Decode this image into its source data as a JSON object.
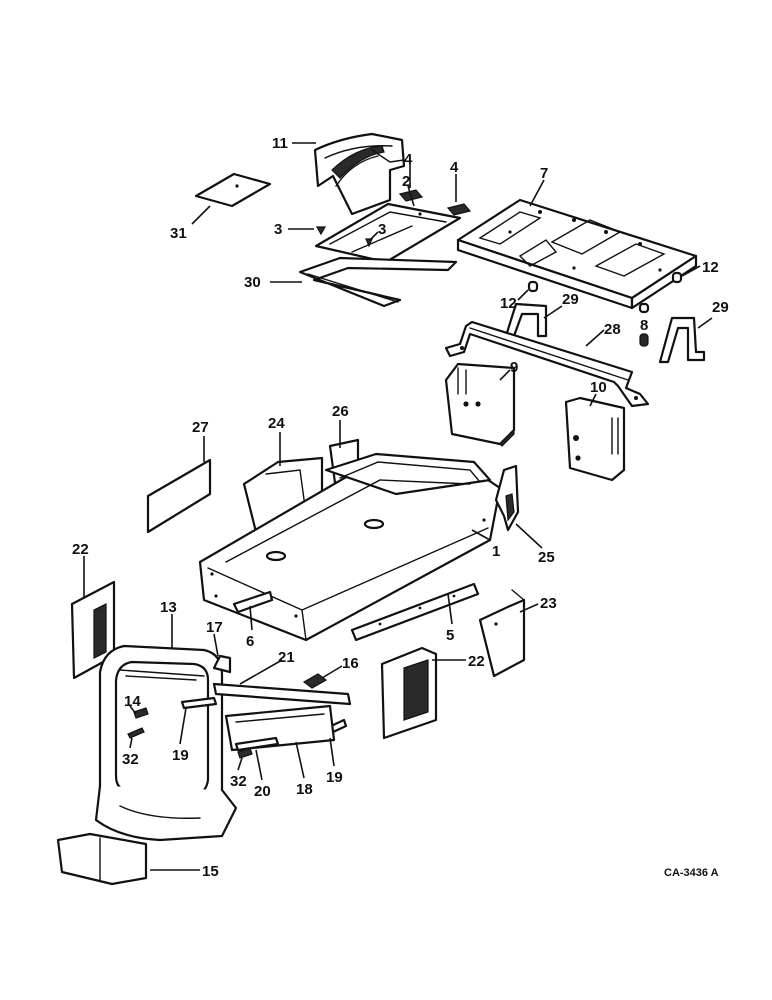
{
  "drawing": {
    "code": "CA-3436 A",
    "callouts": [
      {
        "id": "c11",
        "text": "11"
      },
      {
        "id": "c4a",
        "text": "4"
      },
      {
        "id": "c4b",
        "text": "4"
      },
      {
        "id": "c2",
        "text": "2"
      },
      {
        "id": "c7",
        "text": "7"
      },
      {
        "id": "c31",
        "text": "31"
      },
      {
        "id": "c3a",
        "text": "3"
      },
      {
        "id": "c3b",
        "text": "3"
      },
      {
        "id": "c30",
        "text": "30"
      },
      {
        "id": "c12a",
        "text": "12"
      },
      {
        "id": "c12b",
        "text": "12"
      },
      {
        "id": "c29a",
        "text": "29"
      },
      {
        "id": "c29b",
        "text": "29"
      },
      {
        "id": "c8",
        "text": "8"
      },
      {
        "id": "c28",
        "text": "28"
      },
      {
        "id": "c9",
        "text": "9"
      },
      {
        "id": "c10",
        "text": "10"
      },
      {
        "id": "c27",
        "text": "27"
      },
      {
        "id": "c24",
        "text": "24"
      },
      {
        "id": "c26",
        "text": "26"
      },
      {
        "id": "c1",
        "text": "1"
      },
      {
        "id": "c25",
        "text": "25"
      },
      {
        "id": "c22a",
        "text": "22"
      },
      {
        "id": "c13",
        "text": "13"
      },
      {
        "id": "c17",
        "text": "17"
      },
      {
        "id": "c6",
        "text": "6"
      },
      {
        "id": "c5",
        "text": "5"
      },
      {
        "id": "c23",
        "text": "23"
      },
      {
        "id": "c21",
        "text": "21"
      },
      {
        "id": "c16",
        "text": "16"
      },
      {
        "id": "c22b",
        "text": "22"
      },
      {
        "id": "c14",
        "text": "14"
      },
      {
        "id": "c32a",
        "text": "32"
      },
      {
        "id": "c19a",
        "text": "19"
      },
      {
        "id": "c32b",
        "text": "32"
      },
      {
        "id": "c20",
        "text": "20"
      },
      {
        "id": "c18",
        "text": "18"
      },
      {
        "id": "c19b",
        "text": "19"
      },
      {
        "id": "c15",
        "text": "15"
      }
    ]
  }
}
